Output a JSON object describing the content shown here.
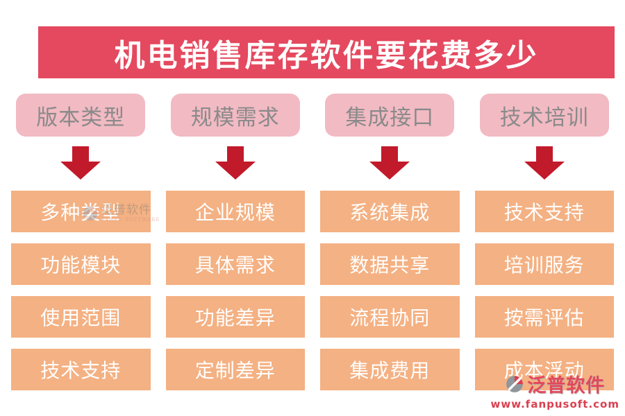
{
  "title": "机电销售库存软件要花费多少",
  "columns": [
    {
      "header": "版本类型",
      "items": [
        "多种类型",
        "功能模块",
        "使用范围",
        "技术支持"
      ]
    },
    {
      "header": "规模需求",
      "items": [
        "企业规模",
        "具体需求",
        "功能差异",
        "定制差异"
      ]
    },
    {
      "header": "集成接口",
      "items": [
        "系统集成",
        "数据共享",
        "流程协同",
        "集成费用"
      ]
    },
    {
      "header": "技术培训",
      "items": [
        "技术支持",
        "培训服务",
        "按需评估",
        "成本浮动"
      ]
    }
  ],
  "watermark": {
    "brand": "泛普软件",
    "brand_en": "FANPU SOFTWARE"
  },
  "footer": {
    "brand": "泛普软件",
    "url": "www.fanpusoft.com"
  },
  "colors": {
    "banner_red": "#e4495f",
    "header_pink": "#f2bac3",
    "header_text_gray": "#8a8a8a",
    "arrow_red": "#c11a2b",
    "item_orange": "#f4b183",
    "item_text": "#ffffff",
    "brand_red": "#e2485c"
  }
}
